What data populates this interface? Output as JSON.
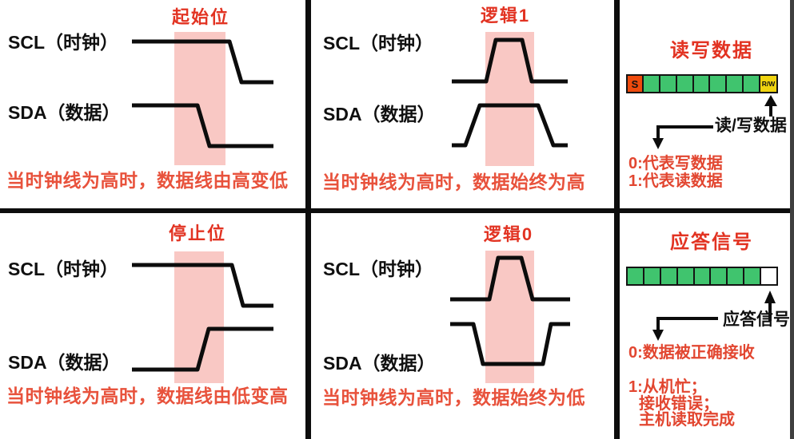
{
  "colors": {
    "title_red": "#e23322",
    "caption_red": "#e8523c",
    "note_red": "#e24630",
    "pink_band": "#f9c8c4",
    "waveform_black": "#0c0c0c",
    "cell_green": "#40c46e",
    "cell_orange": "#ee4b0d",
    "cell_yellow": "#f0d40f",
    "cell_white": "#ffffff"
  },
  "panels": {
    "start_bit": {
      "title": "起始位",
      "scl_label": "SCL（时钟）",
      "sda_label": "SDA（数据）",
      "caption": "当时钟线为高时，数据线由高变低"
    },
    "logic_1": {
      "title": "逻辑1",
      "scl_label": "SCL（时钟）",
      "sda_label": "SDA（数据）",
      "caption": "当时钟线为高时，数据始终为高"
    },
    "stop_bit": {
      "title": "停止位",
      "scl_label": "SCL（时钟）",
      "sda_label": "SDA（数据）",
      "caption": "当时钟线为高时，数据线由低变高"
    },
    "logic_0": {
      "title": "逻辑0",
      "scl_label": "SCL（时钟）",
      "sda_label": "SDA（数据）",
      "caption": "当时钟线为高时，数据始终为低"
    },
    "read_write": {
      "title": "读写数据",
      "frame_cells": [
        {
          "label": "S",
          "color": "orange"
        },
        {
          "label": "",
          "color": "green"
        },
        {
          "label": "",
          "color": "green"
        },
        {
          "label": "",
          "color": "green"
        },
        {
          "label": "",
          "color": "green"
        },
        {
          "label": "",
          "color": "green"
        },
        {
          "label": "",
          "color": "green"
        },
        {
          "label": "",
          "color": "green"
        },
        {
          "label": "R/W",
          "color": "yellow"
        }
      ],
      "pointer_label": "读/写数据",
      "notes": [
        "0:代表写数据",
        "1:代表读数据"
      ]
    },
    "ack": {
      "title": "应答信号",
      "frame_cells": [
        {
          "label": "",
          "color": "green"
        },
        {
          "label": "",
          "color": "green"
        },
        {
          "label": "",
          "color": "green"
        },
        {
          "label": "",
          "color": "green"
        },
        {
          "label": "",
          "color": "green"
        },
        {
          "label": "",
          "color": "green"
        },
        {
          "label": "",
          "color": "green"
        },
        {
          "label": "",
          "color": "green"
        },
        {
          "label": "",
          "color": "white"
        }
      ],
      "pointer_label": "应答信号",
      "note_0": "0:数据被正确接收",
      "note_1_lines": [
        "1:从机忙；",
        "接收错误；",
        "主机读取完成"
      ]
    }
  }
}
